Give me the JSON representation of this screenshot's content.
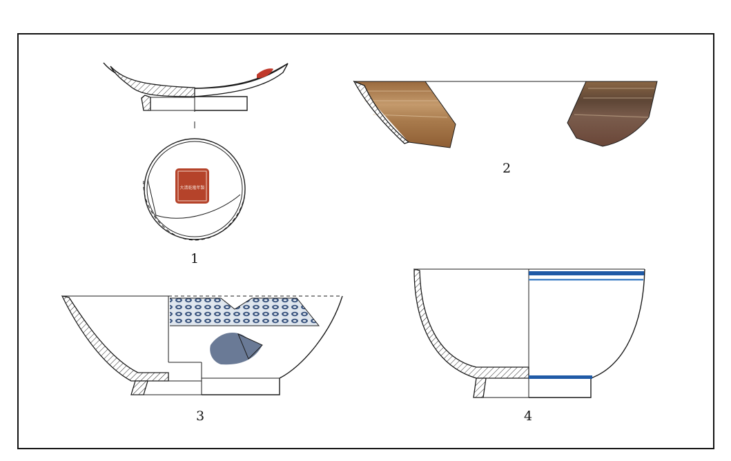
{
  "figure": {
    "labels": [
      "1",
      "2",
      "3",
      "4"
    ],
    "seal_text": "大清乾隆年製",
    "colors": {
      "outline": "#1a1a1a",
      "sherd_brown_light": "#b98a5c",
      "sherd_brown_dark": "#6b4a3a",
      "cobalt_blue": "#1f5aa6",
      "seal_red": "#b5432a",
      "glaze_red": "#c0392b"
    }
  }
}
